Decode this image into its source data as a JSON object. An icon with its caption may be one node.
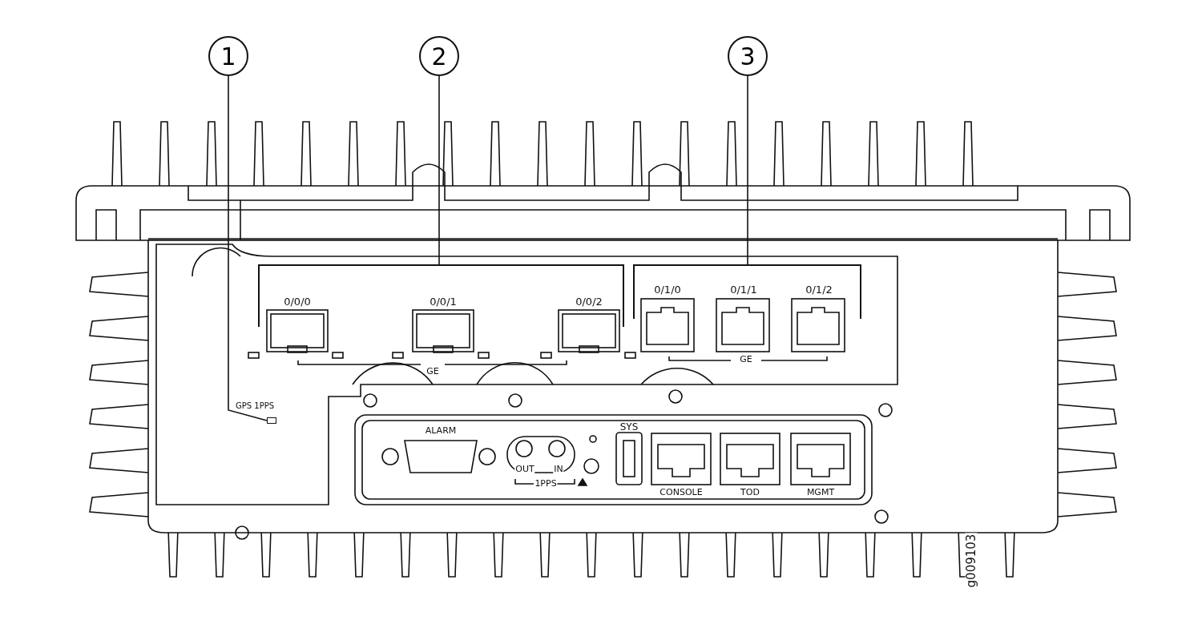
{
  "diagram": {
    "nodes": [
      {
        "text": [
          "1"
        ]
      },
      {
        "text": [
          "2"
        ]
      },
      {
        "text": [
          "3"
        ]
      },
      {
        "text": [],
        "shape": "box"
      },
      {
        "text": [],
        "shape": "bar"
      },
      {
        "text": [],
        "shape": "bar"
      }
    ],
    "edges": [
      {
        "from": 0,
        "to": 3,
        "arrow": "none"
      },
      {
        "from": 1,
        "to": 4,
        "arrow": "none"
      },
      {
        "from": 2,
        "to": 5,
        "arrow": "none"
      }
    ],
    "labels": [
      "GPS 1PPS",
      "0/0/0",
      "0/0/1",
      "0/0/2",
      "GE",
      "0/1/0",
      "0/1/1",
      "0/1/2",
      "GE",
      "ALARM",
      "SYS",
      "OUT",
      "IN",
      "1PPS",
      "CONSOLE",
      "TOD",
      "MGMT",
      "g009103"
    ]
  }
}
